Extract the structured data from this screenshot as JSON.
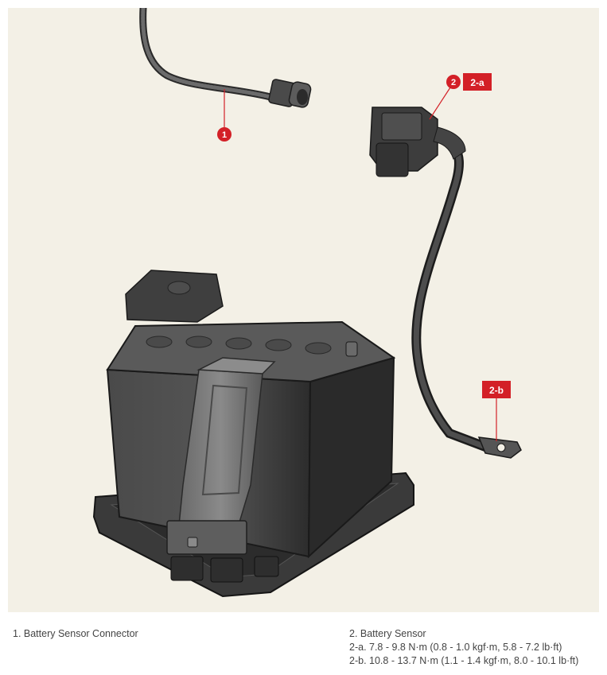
{
  "callouts": {
    "c1": "1",
    "c2": "2",
    "tag_2a": "2-a",
    "tag_2b": "2-b"
  },
  "legend": {
    "item1": "1. Battery Sensor Connector",
    "item2_title": "2. Battery Sensor",
    "item2_a": "2-a. 7.8 - 9.8 N·m (0.8 - 1.0 kgf·m, 5.8 - 7.2 lb·ft)",
    "item2_b": "2-b. 10.8 - 13.7 N·m (1.1 - 1.4 kgf·m, 8.0 - 10.1 lb·ft)"
  },
  "colors": {
    "figure_background": "#f3f0e6",
    "callout_red": "#d32027",
    "part_dark": "#3a3a3a",
    "legend_text": "#444444"
  }
}
